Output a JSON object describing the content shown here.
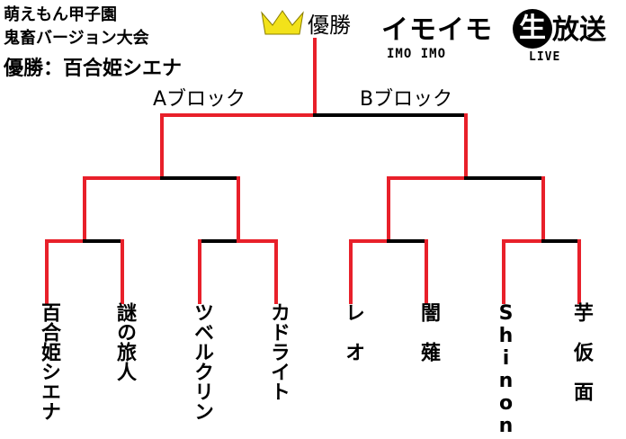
{
  "header": {
    "line1": "萌えもん甲子園",
    "line2": "鬼畜バージョン大会",
    "line3": "優勝：百合姫シエナ"
  },
  "winner_label": "優勝",
  "crown_icon": "crown-icon",
  "blocks": {
    "a": "Aブロック",
    "b": "Bブロック"
  },
  "logo": {
    "main": "イモイモ",
    "circle": "生",
    "tail": "放送",
    "sub": "IMO IMO",
    "live": "LIVE"
  },
  "colors": {
    "winner_path": "#e8202a",
    "loser_path": "#000000",
    "crown": "#f2e21a"
  },
  "players": [
    "百合姫シエナ",
    "謎の旅人",
    "ツベルクリン",
    "カドライト",
    "レ　オ",
    "闇　薙",
    "Shinon",
    "芋　仮　面"
  ]
}
